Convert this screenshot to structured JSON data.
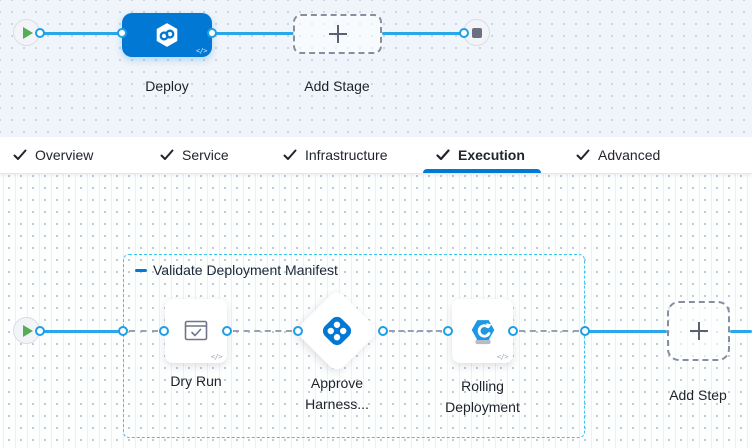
{
  "stage_canvas": {
    "deploy": {
      "label": "Deploy"
    },
    "add_stage": {
      "label": "Add Stage"
    }
  },
  "tab_bar": {
    "tabs": [
      {
        "label": "Overview"
      },
      {
        "label": "Service"
      },
      {
        "label": "Infrastructure"
      },
      {
        "label": "Execution"
      },
      {
        "label": "Advanced"
      }
    ],
    "active_tab": "Execution"
  },
  "execution_canvas": {
    "group": {
      "label": "Validate Deployment Manifest"
    },
    "steps": [
      {
        "label": "Dry Run"
      },
      {
        "label": "Approve Harness..."
      },
      {
        "label": "Rolling Deployment"
      }
    ],
    "add_step": {
      "label": "Add Step"
    }
  },
  "icons": {
    "code_badge": "</>"
  },
  "colors": {
    "primary_blue": "#0278d5",
    "flow_line_blue": "#2aa7ea",
    "group_border_cyan": "#3bc3f2",
    "connector_gray": "#9aa0af",
    "success_green": "#55ad55",
    "canvas_top_bg": "#eff5fa"
  }
}
